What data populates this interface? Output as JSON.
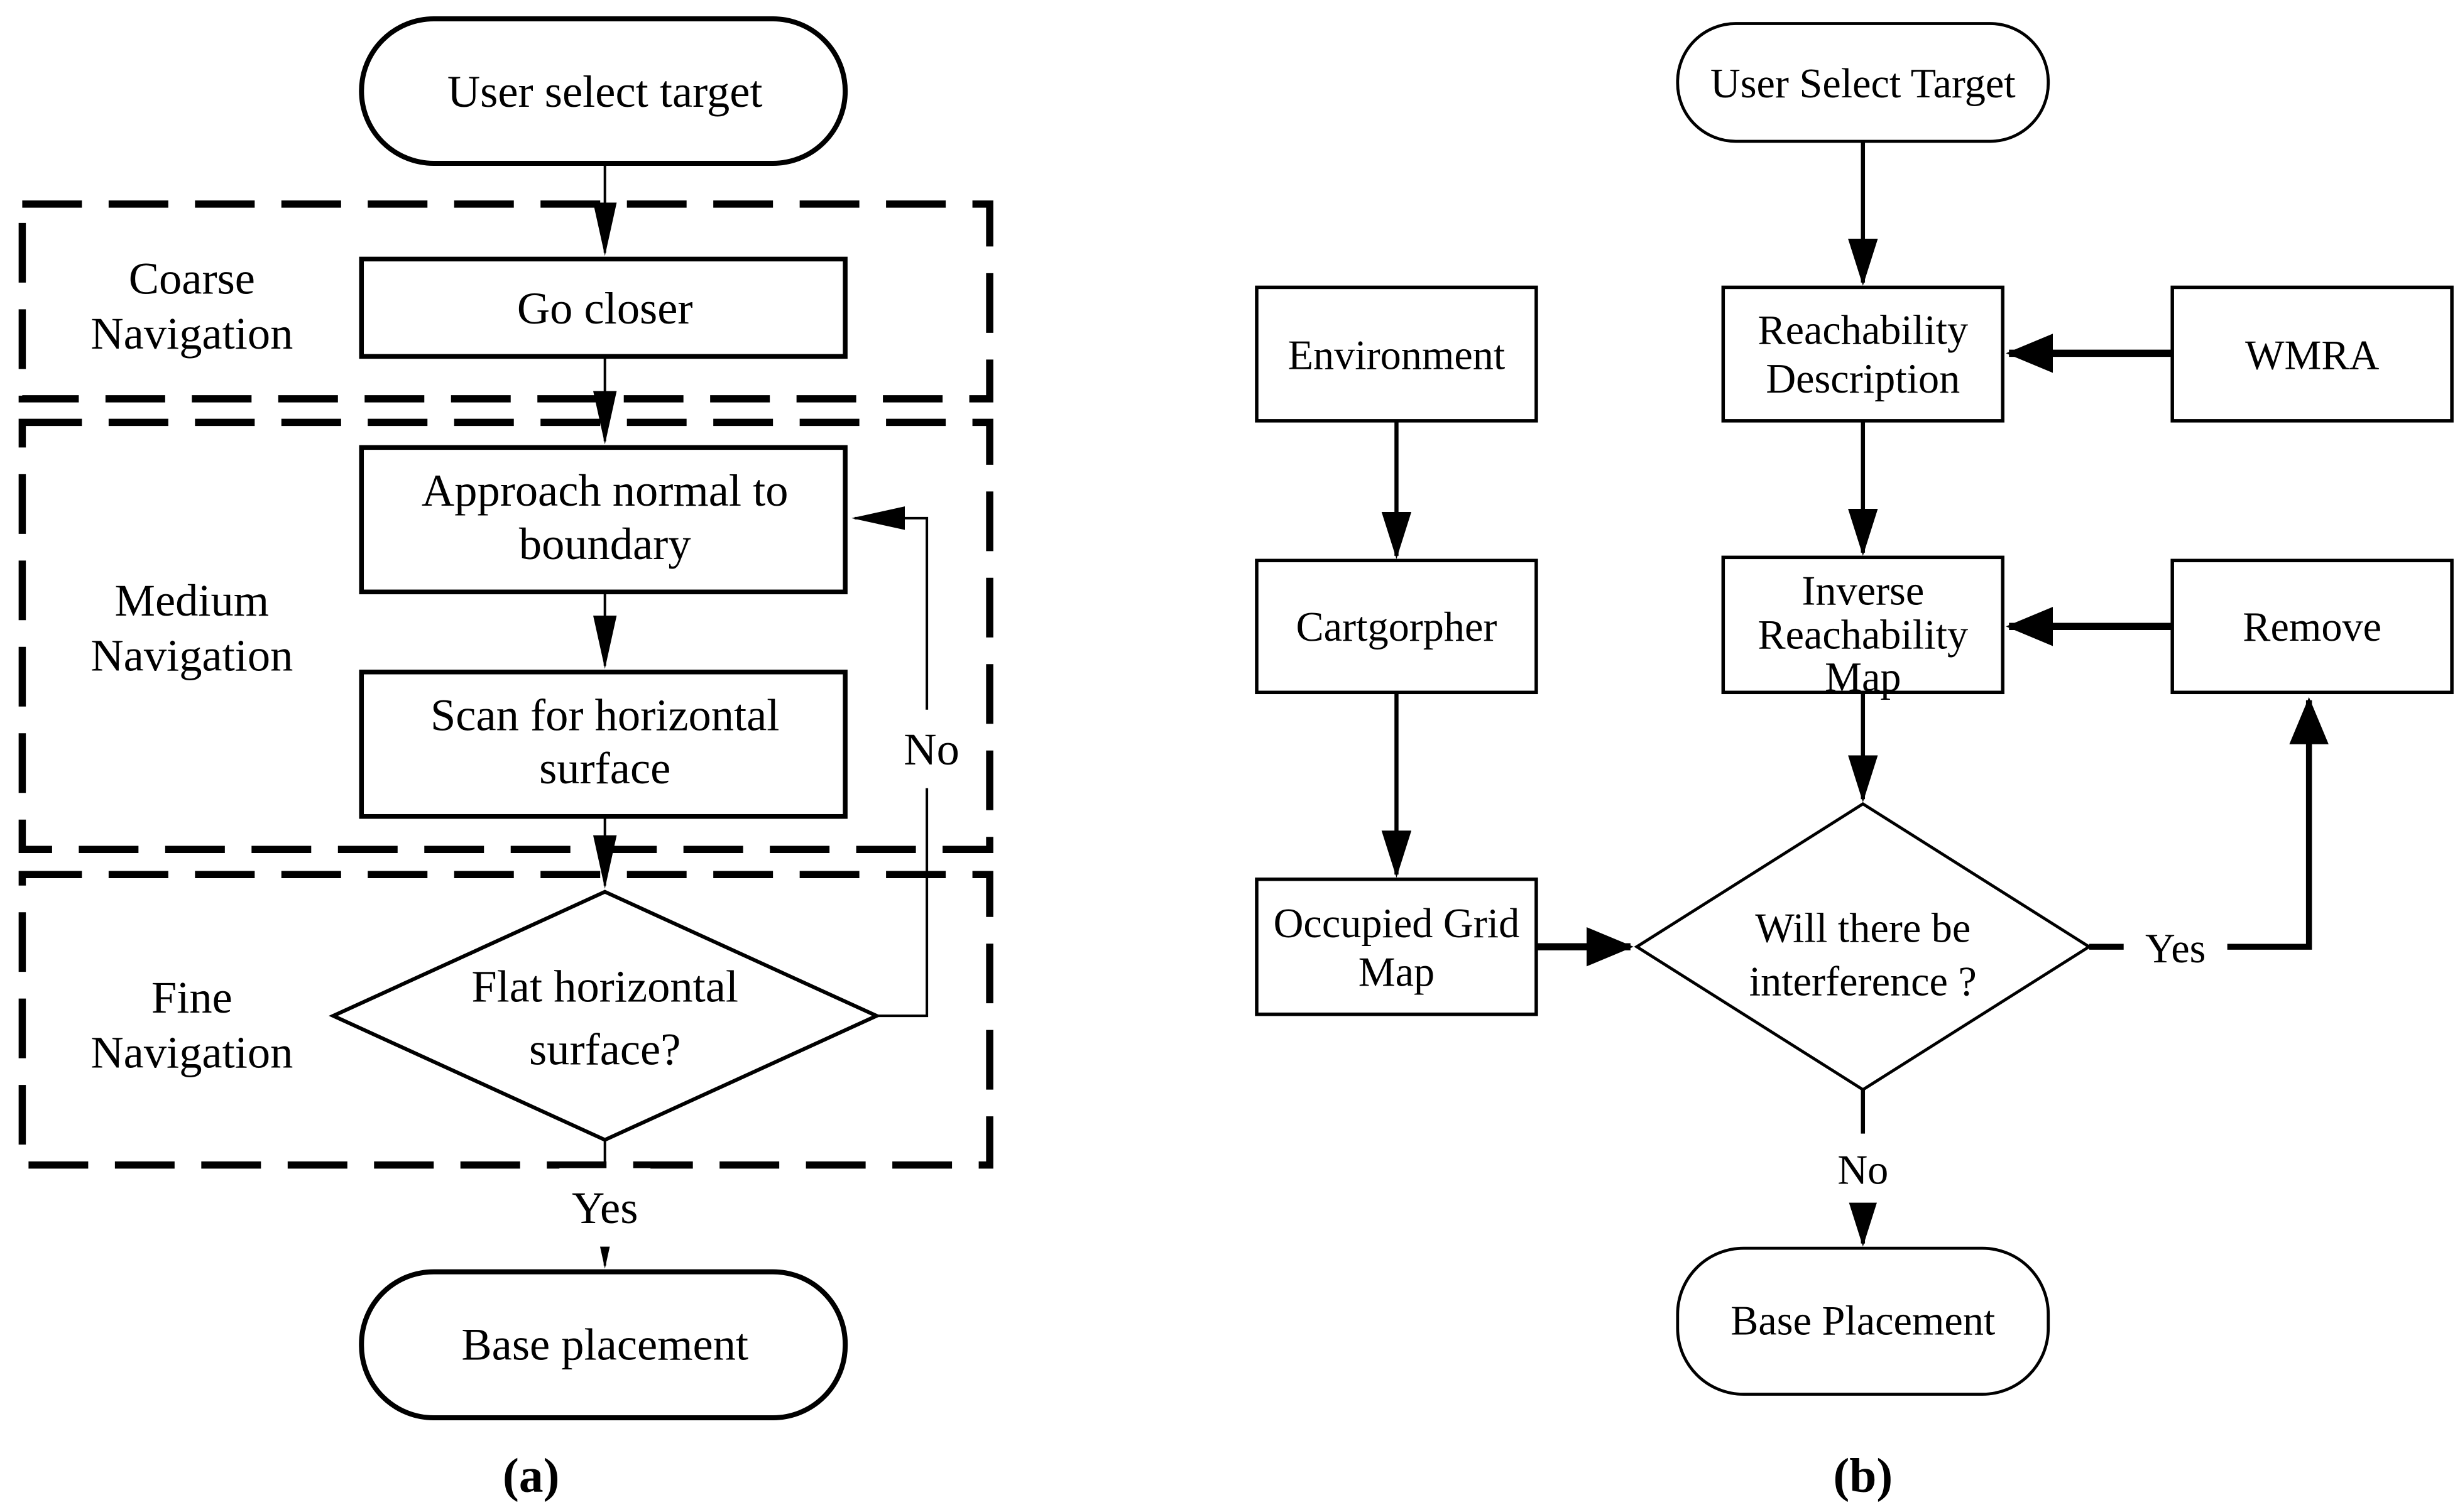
{
  "colors": {
    "ink": "#000000",
    "paper": "#ffffff"
  },
  "diagram_a": {
    "nodes": {
      "start": {
        "label": "User select target"
      },
      "go_closer": {
        "label": "Go closer"
      },
      "approach": {
        "lines": [
          "Approach normal to",
          "boundary"
        ]
      },
      "scan": {
        "lines": [
          "Scan for horizontal",
          "surface"
        ]
      },
      "decision": {
        "lines": [
          "Flat horizontal",
          "surface?"
        ]
      },
      "end": {
        "label": "Base placement"
      }
    },
    "regions": {
      "coarse": {
        "lines": [
          "Coarse",
          "Navigation"
        ]
      },
      "medium": {
        "lines": [
          "Medium",
          "Navigation"
        ]
      },
      "fine": {
        "lines": [
          "Fine",
          "Navigation"
        ]
      }
    },
    "edges": {
      "yes": "Yes",
      "no": "No"
    },
    "caption": "(a)"
  },
  "diagram_b": {
    "nodes": {
      "start": {
        "label": "User Select Target"
      },
      "environment": {
        "label": "Environment"
      },
      "reachability": {
        "lines": [
          "Reachability",
          "Description"
        ]
      },
      "wmra": {
        "label": "WMRA"
      },
      "cartographer": {
        "label": "Cartgorpher"
      },
      "inverse_map": {
        "lines": [
          "Inverse",
          "Reachability",
          "Map"
        ]
      },
      "remove": {
        "label": "Remove"
      },
      "occupied": {
        "lines": [
          "Occupied Grid",
          "Map"
        ]
      },
      "decision": {
        "lines": [
          "Will there be",
          "interference ?"
        ]
      },
      "end": {
        "label": "Base Placement"
      }
    },
    "edges": {
      "yes": "Yes",
      "no": "No"
    },
    "caption": "(b)"
  }
}
